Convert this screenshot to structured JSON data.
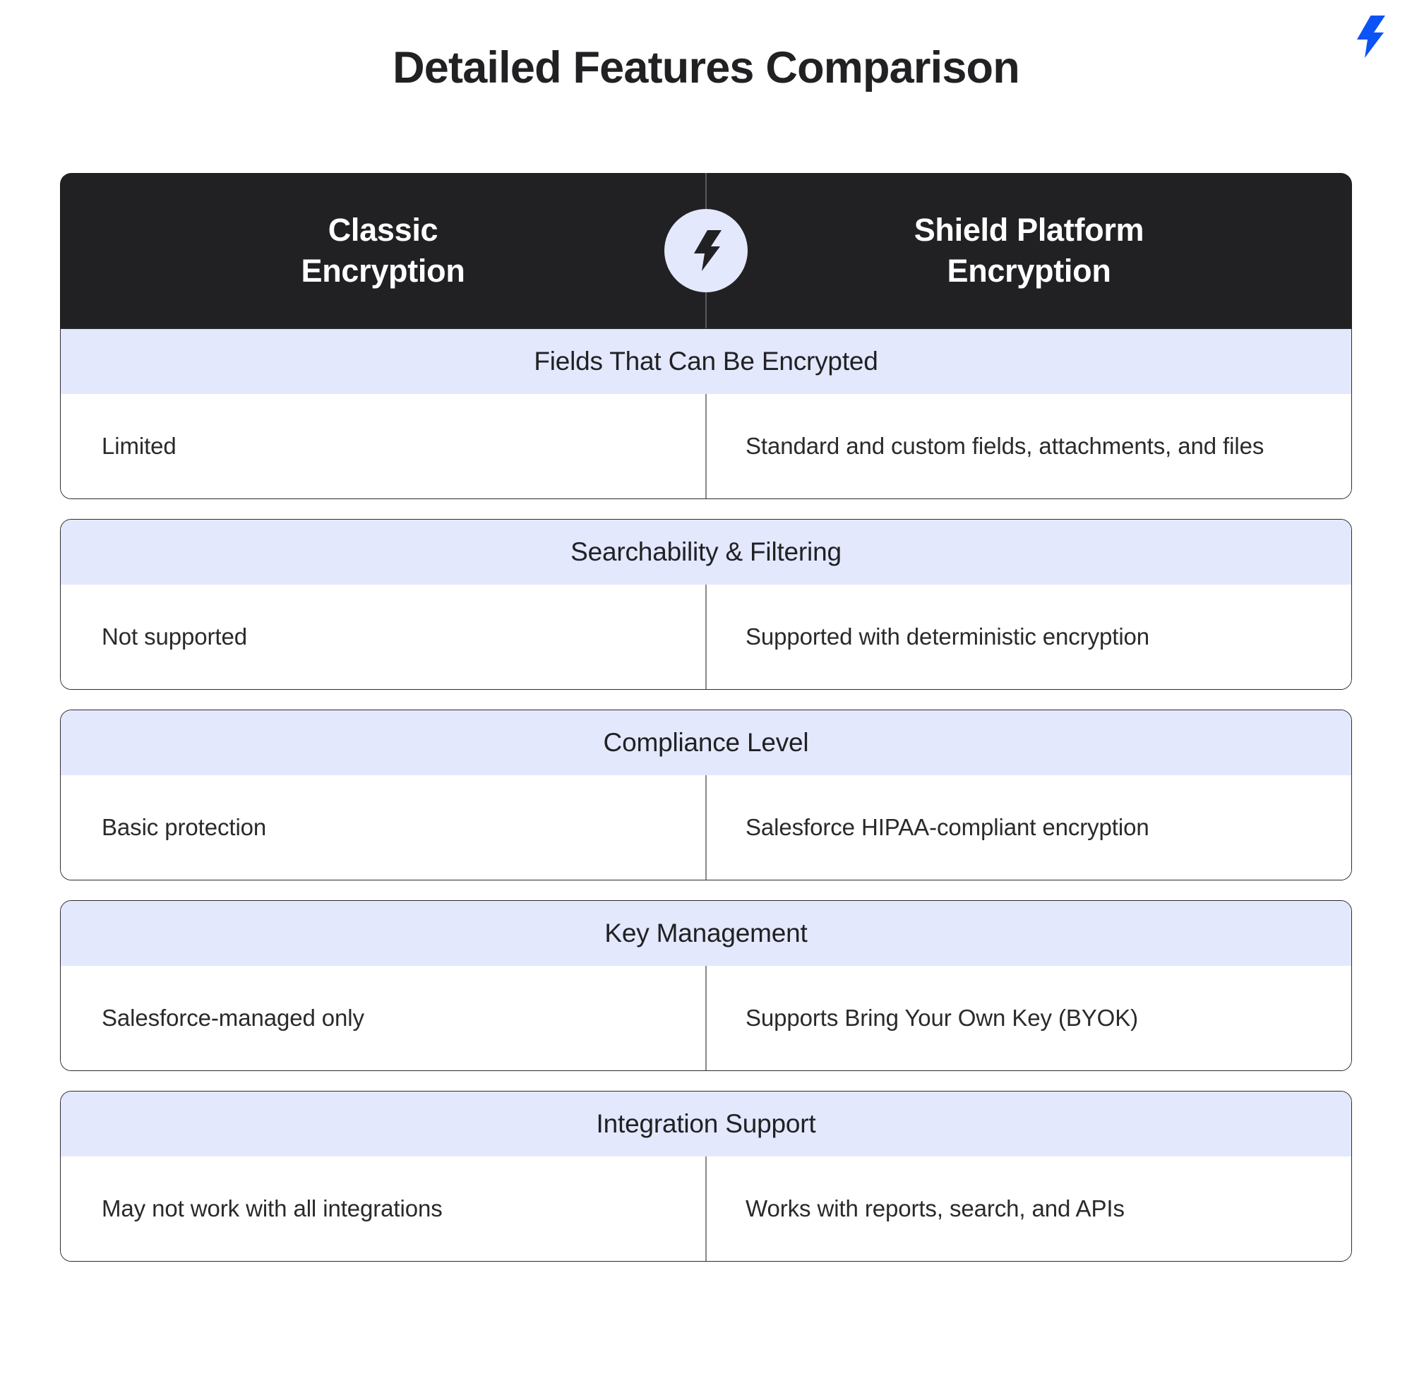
{
  "page": {
    "title": "Detailed Features Comparison",
    "brand_icon": "lightning-bolt-icon",
    "brand_color": "#0B53F5"
  },
  "colors": {
    "header_bg": "#212124",
    "band_bg": "#E3E8FD",
    "badge_bg": "#E3E8FD",
    "text_dark": "#212124",
    "text_light": "#FFFFFF",
    "border": "#2B2B2E",
    "divider": "#8A8A8E"
  },
  "table": {
    "header": {
      "left_column": "Classic\nEncryption",
      "center_badge_icon": "lightning-bolt-icon",
      "right_column": "Shield Platform\nEncryption"
    },
    "sections": [
      {
        "feature": "Fields That Can Be Encrypted",
        "classic": "Limited",
        "shield": "Standard and custom fields, attachments, and files"
      },
      {
        "feature": "Searchability & Filtering",
        "classic": "Not supported",
        "shield": "Supported with deterministic encryption"
      },
      {
        "feature": "Compliance Level",
        "classic": "Basic protection",
        "shield": "Salesforce HIPAA-compliant encryption"
      },
      {
        "feature": "Key Management",
        "classic": "Salesforce-managed only",
        "shield": "Supports Bring Your Own Key (BYOK)"
      },
      {
        "feature": "Integration Support",
        "classic": "May not work with all integrations",
        "shield": "Works with reports, search, and APIs"
      }
    ]
  }
}
